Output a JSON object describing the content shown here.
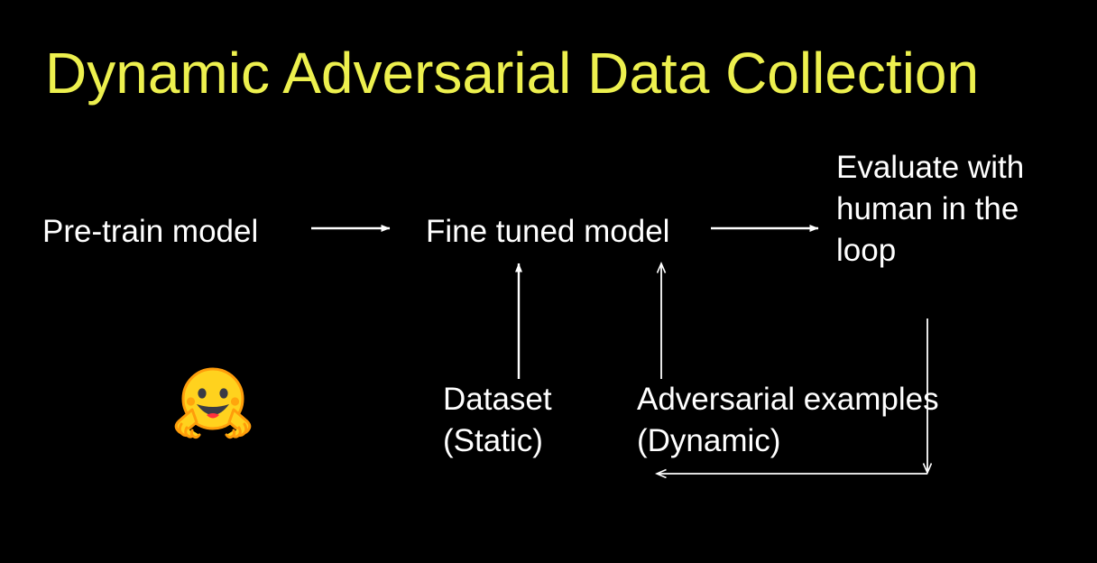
{
  "slide": {
    "background_color": "#000000",
    "title": "Dynamic Adversarial Data Collection",
    "title_color": "#edf04e",
    "text_color": "#ffffff"
  },
  "diagram": {
    "type": "flow-diagram",
    "nodes": [
      {
        "id": "pre-train-model",
        "label": "Pre-train model"
      },
      {
        "id": "fine-tuned-model",
        "label": "Fine tuned model"
      },
      {
        "id": "evaluate-human",
        "label": "Evaluate with human in the loop"
      }
    ],
    "edge_labels": [
      {
        "id": "dataset-static",
        "label": "Dataset\n(Static)"
      },
      {
        "id": "adversarial-dynamic",
        "label": "Adversarial examples\n(Dynamic)"
      }
    ],
    "arrows": [
      {
        "id": "arrow-pretrain-to-finetuned",
        "direction": "right"
      },
      {
        "id": "arrow-finetuned-to-evaluate",
        "direction": "right"
      },
      {
        "id": "arrow-dataset-up",
        "direction": "up"
      },
      {
        "id": "arrow-adversarial-up",
        "direction": "up"
      },
      {
        "id": "arrow-feedback-down",
        "direction": "down"
      },
      {
        "id": "arrow-feedback-left",
        "direction": "left"
      }
    ]
  },
  "logo": {
    "name": "hugging-face-emoji",
    "face_color": "#ffd21e",
    "hands_color": "#ff9d0b",
    "eye_color": "#3a3b45",
    "mouth_color": "#ff323d",
    "cheek_color": "#ff9d0b"
  }
}
